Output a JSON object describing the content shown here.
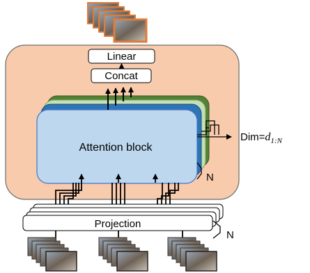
{
  "diagram": {
    "linear_label": "Linear",
    "concat_label": "Concat",
    "attention_label": "Attention block",
    "projection_label": "Projection",
    "n_label_attention": "N",
    "n_label_projection": "N",
    "dim_prefix": "Dim=",
    "dim_var": "d",
    "dim_sub": "1:N"
  },
  "colors": {
    "outer_fill": "#f9cbad",
    "outer_stroke": "#6b6b6b",
    "attention_fill": "#bdd7ee",
    "layer_blue": "#2e75b6",
    "layer_lightgreen": "#c5e0b4",
    "layer_darkgreen": "#548235",
    "frame_orange": "#e07b39"
  }
}
